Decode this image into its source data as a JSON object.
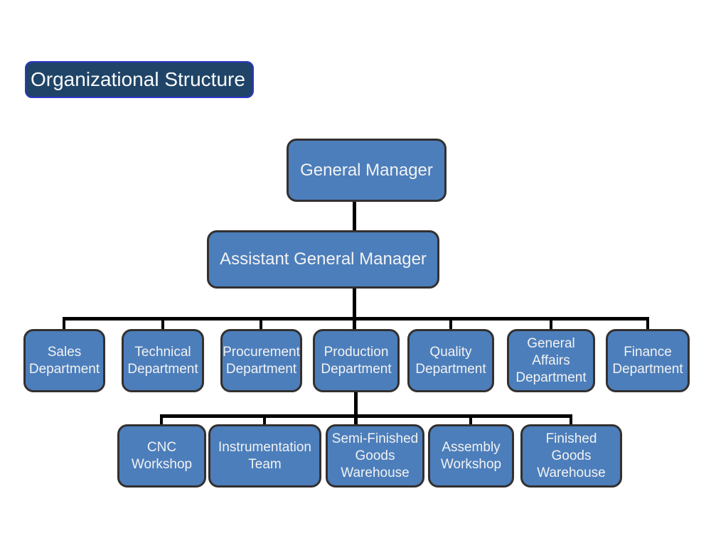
{
  "page": {
    "background_color": "#ffffff"
  },
  "title": {
    "label": "Organizational Structure",
    "fill_color": "#1F4468",
    "border_color": "#2E35C8",
    "text_color": "#FAFAFA"
  },
  "node_style": {
    "fill_color": "#4C7EBB",
    "border_color": "#333030",
    "text_color": "#F2F2F2",
    "connector_color": "#000000"
  },
  "nodes": {
    "gm": {
      "label": "General Manager"
    },
    "agm": {
      "label": "Assistant General Manager"
    },
    "departments": [
      {
        "label": "Sales\nDepartment"
      },
      {
        "label": "Technical\nDepartment"
      },
      {
        "label": "Procurement\nDepartment"
      },
      {
        "label": "Production\nDepartment"
      },
      {
        "label": "Quality\nDepartment"
      },
      {
        "label": "General\nAffairs\nDepartment"
      },
      {
        "label": "Finance\nDepartment"
      }
    ],
    "production_subunits": [
      {
        "label": "CNC\nWorkshop"
      },
      {
        "label": "Instrumentation\nTeam"
      },
      {
        "label": "Semi-Finished\nGoods\nWarehouse"
      },
      {
        "label": "Assembly\nWorkshop"
      },
      {
        "label": "Finished\nGoods\nWarehouse"
      }
    ]
  },
  "hierarchy": {
    "root": "General Manager",
    "child_of_root": "Assistant General Manager",
    "departments_parent": "Assistant General Manager",
    "subunits_parent": "Production Department"
  }
}
